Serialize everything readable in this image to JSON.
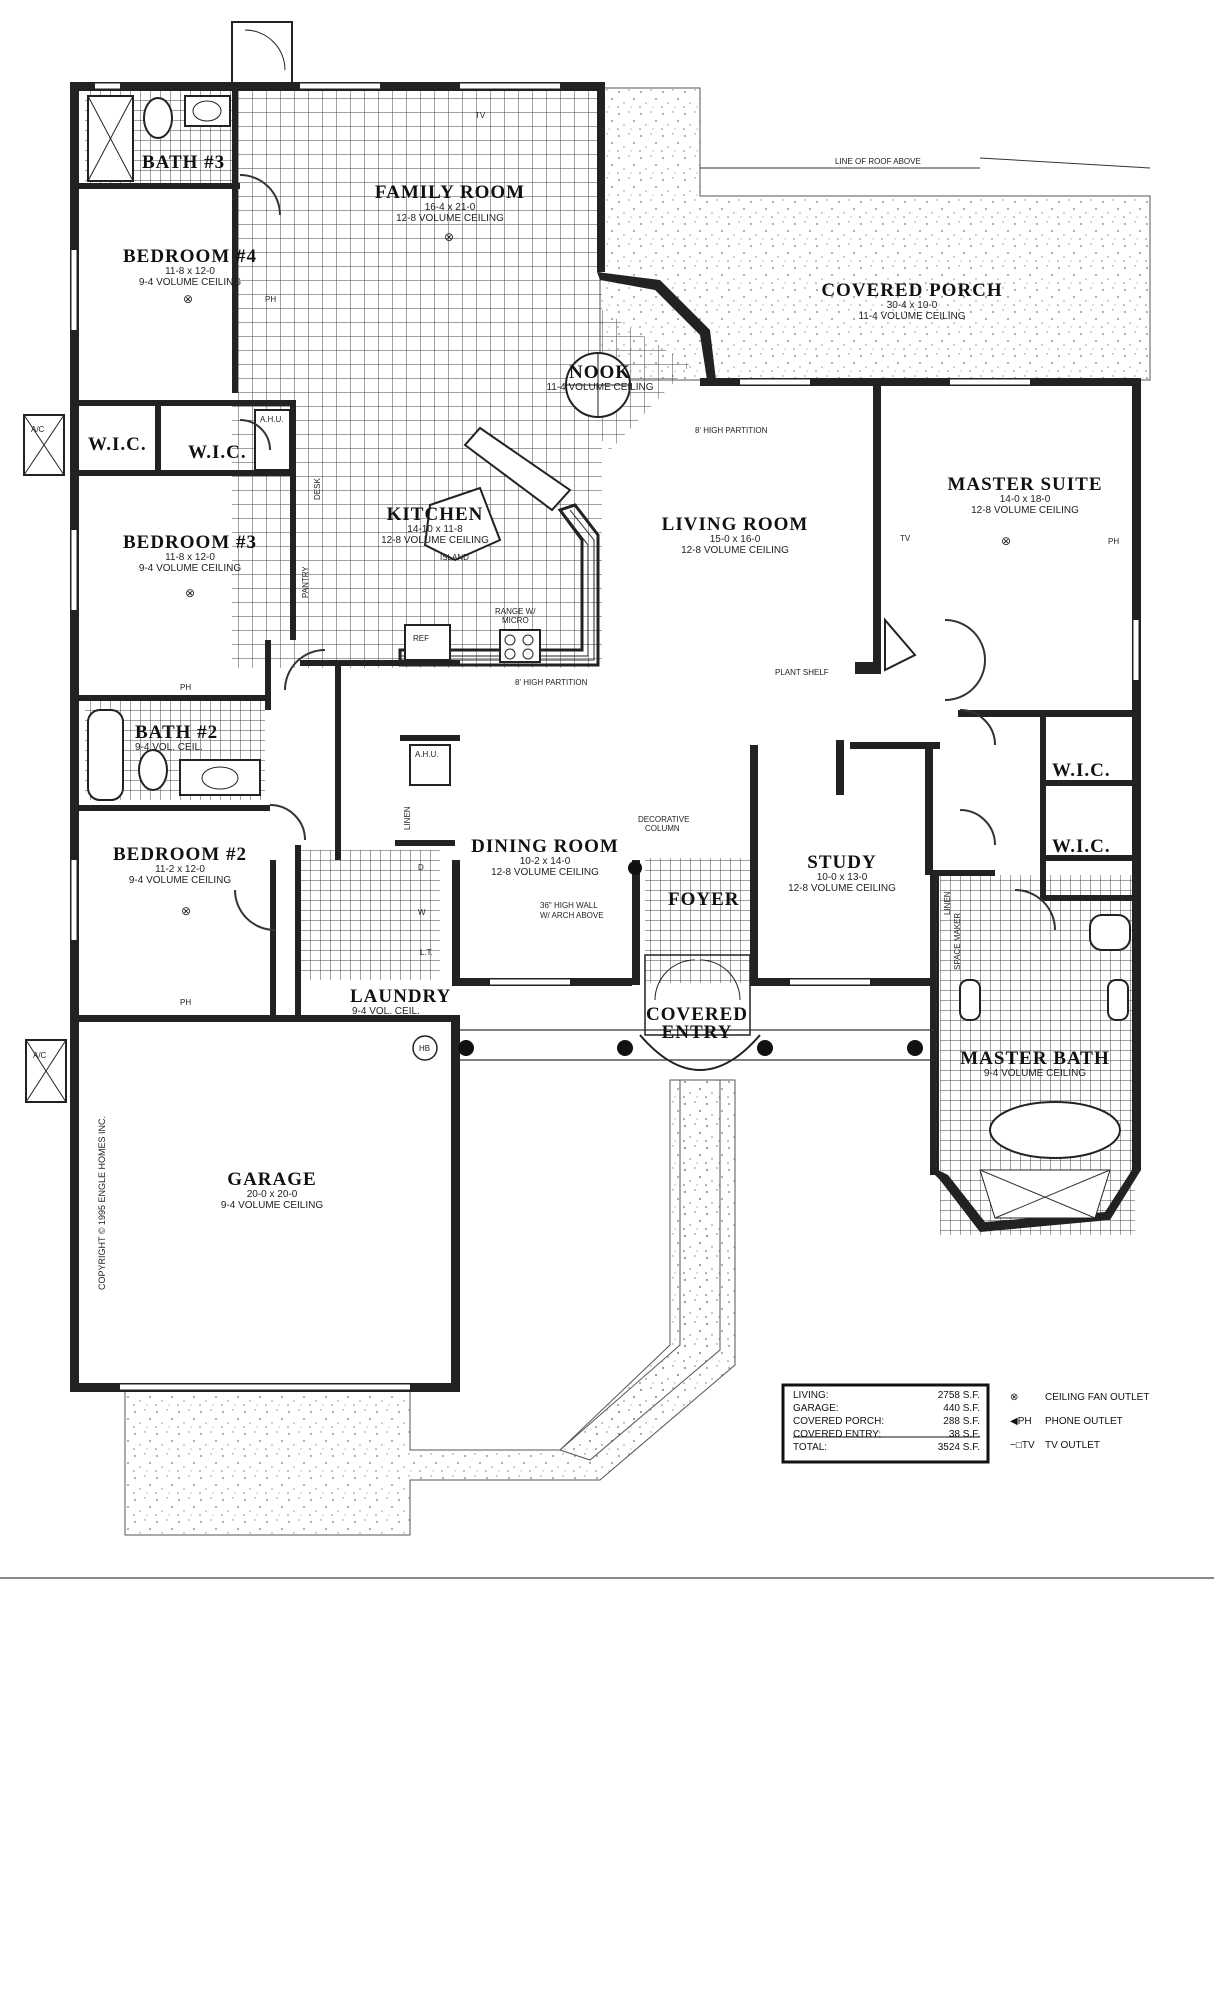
{
  "rooms": {
    "family_room": {
      "name": "FAMILY ROOM",
      "dims": "16-4 x 21-0",
      "ceiling": "12-8 VOLUME CEILING"
    },
    "bath3": {
      "name": "BATH #3"
    },
    "bedroom4": {
      "name": "BEDROOM #4",
      "dims": "11-8 x 12-0",
      "ceiling": "9-4 VOLUME CEILING"
    },
    "wic_left": {
      "name": "W.I.C."
    },
    "wic_left2": {
      "name": "W.I.C."
    },
    "bedroom3": {
      "name": "BEDROOM #3",
      "dims": "11-8 x 12-0",
      "ceiling": "9-4 VOLUME CEILING"
    },
    "bath2": {
      "name": "BATH #2",
      "ceiling": "9-4 VOL. CEIL."
    },
    "bedroom2": {
      "name": "BEDROOM #2",
      "dims": "11-2 x 12-0",
      "ceiling": "9-4 VOLUME CEILING"
    },
    "laundry": {
      "name": "LAUNDRY",
      "ceiling": "9-4 VOL. CEIL."
    },
    "garage": {
      "name": "GARAGE",
      "dims": "20-0 x 20-0",
      "ceiling": "9-4 VOLUME CEILING"
    },
    "covered_porch": {
      "name": "COVERED PORCH",
      "dims": "30-4 x 10-0",
      "ceiling": "11-4 VOLUME CEILING"
    },
    "nook": {
      "name": "NOOK",
      "ceiling": "11-4 VOLUME CEILING"
    },
    "kitchen": {
      "name": "KITCHEN",
      "dims": "14-10 x 11-8",
      "ceiling": "12-8 VOLUME CEILING"
    },
    "living_room": {
      "name": "LIVING ROOM",
      "dims": "15-0 x 16-0",
      "ceiling": "12-8 VOLUME CEILING"
    },
    "master_suite": {
      "name": "MASTER SUITE",
      "dims": "14-0 x 18-0",
      "ceiling": "12-8 VOLUME CEILING"
    },
    "dining_room": {
      "name": "DINING ROOM",
      "dims": "10-2 x 14-0",
      "ceiling": "12-8 VOLUME CEILING"
    },
    "foyer": {
      "name": "FOYER"
    },
    "study": {
      "name": "STUDY",
      "dims": "10-0 x 13-0",
      "ceiling": "12-8 VOLUME CEILING"
    },
    "wic_master1": {
      "name": "W.I.C."
    },
    "wic_master2": {
      "name": "W.I.C."
    },
    "covered_entry": {
      "name_line1": "COVERED",
      "name_line2": "ENTRY"
    },
    "master_bath": {
      "name": "MASTER BATH",
      "ceiling": "9-4 VOLUME CEILING"
    }
  },
  "notes": {
    "line_of_roof": "LINE OF ROOF ABOVE",
    "partition_top": "8' HIGH PARTITION",
    "partition_kitchen": "8' HIGH PARTITION",
    "plant_shelf": "PLANT SHELF",
    "decorative_column_1": "DECORATIVE",
    "decorative_column_2": "COLUMN",
    "high_wall_1": "36\" HIGH WALL",
    "high_wall_2": "W/ ARCH ABOVE",
    "range_1": "RANGE W/",
    "range_2": "MICRO",
    "island": "ISLAND",
    "ref": "REF",
    "pantry": "PANTRY",
    "desk": "DESK",
    "linen": "LINEN",
    "ahu": "A.H.U.",
    "ac": "A/C",
    "lt": "L.T.",
    "space_maker": "SPACE MAKER",
    "hb": "HB",
    "d": "D",
    "w": "W"
  },
  "copyright": "COPYRIGHT © 1995 ENGLE HOMES INC.",
  "legend": {
    "areas": [
      {
        "label": "LIVING:",
        "value": "2758 S.F."
      },
      {
        "label": "GARAGE:",
        "value": "440 S.F."
      },
      {
        "label": "COVERED PORCH:",
        "value": "288 S.F."
      },
      {
        "label": "COVERED ENTRY:",
        "value": "38 S.F."
      },
      {
        "label": "TOTAL:",
        "value": "3524 S.F."
      }
    ],
    "symbols": [
      {
        "icon": "ceiling-fan-icon",
        "glyph": "⊗",
        "label": "CEILING FAN OUTLET"
      },
      {
        "icon": "phone-icon",
        "glyph": "◀PH",
        "label": "PHONE OUTLET"
      },
      {
        "icon": "tv-icon",
        "glyph": "−□TV",
        "label": "TV OUTLET"
      }
    ]
  },
  "markers": {
    "ph": "PH",
    "tv": "TV",
    "fan": "⊗"
  }
}
